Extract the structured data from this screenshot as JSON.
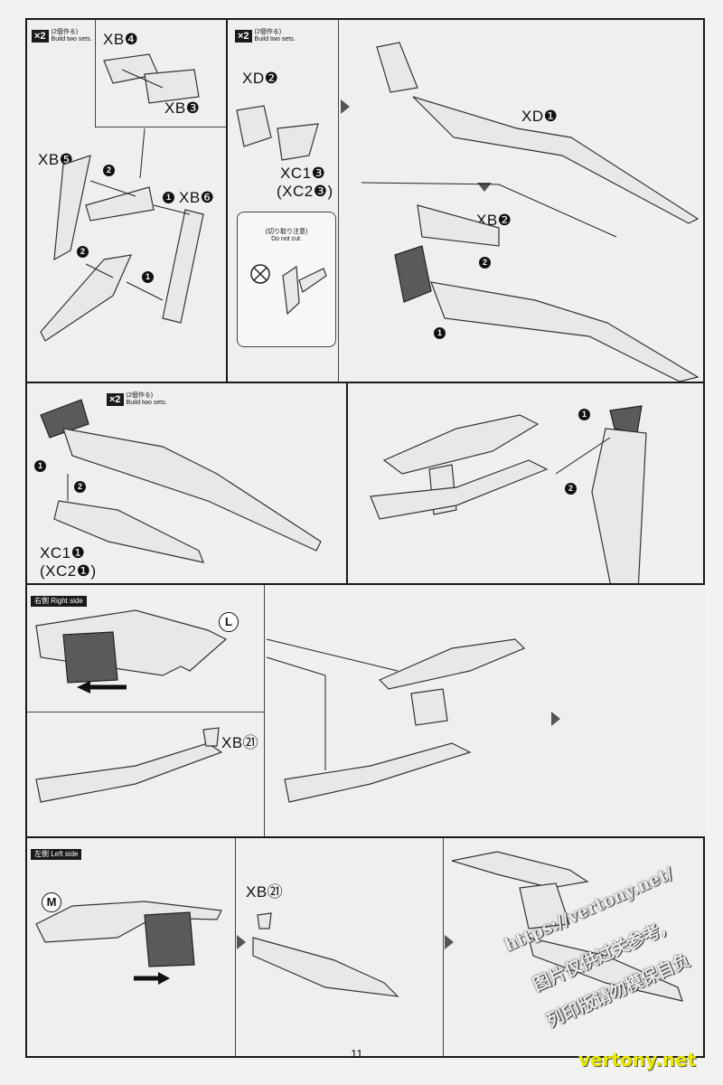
{
  "badges": {
    "x2": "×2",
    "jp": "(2個作る)",
    "en": "Build two sets."
  },
  "labels": {
    "xb4": "XB❹",
    "xb3": "XB❸",
    "xb5": "XB❺",
    "xb6": "XB❻",
    "xd2": "XD❷",
    "xc13": "XC1❸",
    "xc23": "(XC2❸)",
    "xd1": "XD❶",
    "xb2": "XB❷",
    "xc11": "XC1❶",
    "xc21": "(XC2❶)",
    "xb21a": "XB㉑",
    "xb21b": "XB㉑"
  },
  "caution": {
    "jp": "(切り取り注意)",
    "en": "Do not cut."
  },
  "sides": {
    "right": "右側 Right side",
    "left": "左側 Left side"
  },
  "circles": {
    "L": "L",
    "M": "M"
  },
  "steps": {
    "one": "1",
    "two": "2"
  },
  "watermark": {
    "url": "https://vertony.net/",
    "line1": "图片仅供过关参考,",
    "line2": "列印版请勿模保自负"
  },
  "page_number": "11",
  "site": "vertony.net"
}
